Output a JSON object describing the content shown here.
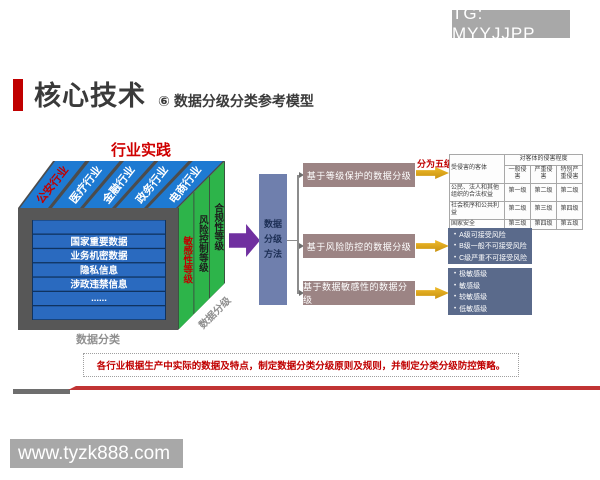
{
  "banner": {
    "label": "TG: MYYJJPP"
  },
  "watermark": {
    "label": "www.tyzk888.com"
  },
  "header": {
    "title": "核心技术",
    "badge": "⑥",
    "subtitle": "数据分级分类参考模型"
  },
  "cube": {
    "top_caption": "行业实践",
    "industries": [
      "公安行业",
      "医疗行业",
      "金融行业",
      "政务行业",
      "电商行业"
    ],
    "data_items": [
      "国家重要数据",
      "业务机密数据",
      "隐私信息",
      "涉政违禁信息",
      "......"
    ],
    "level_panels": [
      "敏感性等级",
      "风险控制等级",
      "合规性等级"
    ],
    "bottom_caption": "数据分类",
    "side_caption": "数据分级"
  },
  "method_box": {
    "label": "数据分级方法"
  },
  "methods": [
    "基于等级保护的数据分级",
    "基于风险防控的数据分级",
    "基于数据敏感性的数据分级"
  ],
  "grading": {
    "five_levels_label": "分为五级",
    "table": {
      "object_header": "受侵害的客体",
      "harm_header": "对客体的侵害程度",
      "harm_levels": [
        "一般侵害",
        "严重侵害",
        "特别严重侵害"
      ],
      "rows": [
        {
          "object": "公民、法人和其他组织的合法权益",
          "levels": [
            "第一级",
            "第二级",
            "第二级"
          ]
        },
        {
          "object": "社会秩序和公共利益",
          "levels": [
            "第二级",
            "第三级",
            "第四级"
          ]
        },
        {
          "object": "国家安全",
          "levels": [
            "第三级",
            "第四级",
            "第五级"
          ]
        }
      ]
    },
    "risk_levels": [
      "A级可接受风险",
      "B级一般不可接受风险",
      "C级严重不可接受风险"
    ],
    "sensitivity_levels": [
      "极敏感级",
      "敏感级",
      "较敏感级",
      "低敏感级"
    ]
  },
  "footer": {
    "note": "各行业根据生产中实际的数据及特点，制定数据分类分级原则及规则，并制定分类分级防控策略。"
  },
  "colors": {
    "accent_red": "#c00000",
    "industry_blue": "#1e7ad2",
    "level_green": "#2db44a",
    "method_purple": "#7030a0",
    "method_blue": "#6f7fad",
    "category_brown": "#9c8484",
    "result_slate": "#5a6a8b",
    "arrow_gold": "#e3a820",
    "banner_gray": "#a8a8a8"
  }
}
